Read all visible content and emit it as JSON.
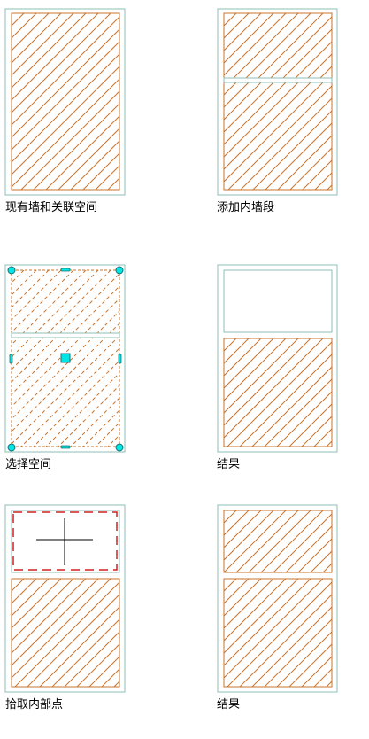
{
  "panels": [
    {
      "caption": "现有墙和关联空间",
      "state": "existing-wall-and-space"
    },
    {
      "caption": "添加内墙段",
      "state": "add-interior-wall-segment"
    },
    {
      "caption": "选择空间",
      "state": "select-space"
    },
    {
      "caption": "结果",
      "state": "result-space-reduced"
    },
    {
      "caption": "拾取内部点",
      "state": "pick-interior-point"
    },
    {
      "caption": "结果",
      "state": "result-two-spaces"
    }
  ],
  "colors": {
    "wall": "#8fbfb5",
    "hatch": "#c8742e",
    "grip": "#00e5e5",
    "grip_outline": "#1a7070",
    "pick_rectangle": "#d42020",
    "crosshair": "#000000"
  }
}
